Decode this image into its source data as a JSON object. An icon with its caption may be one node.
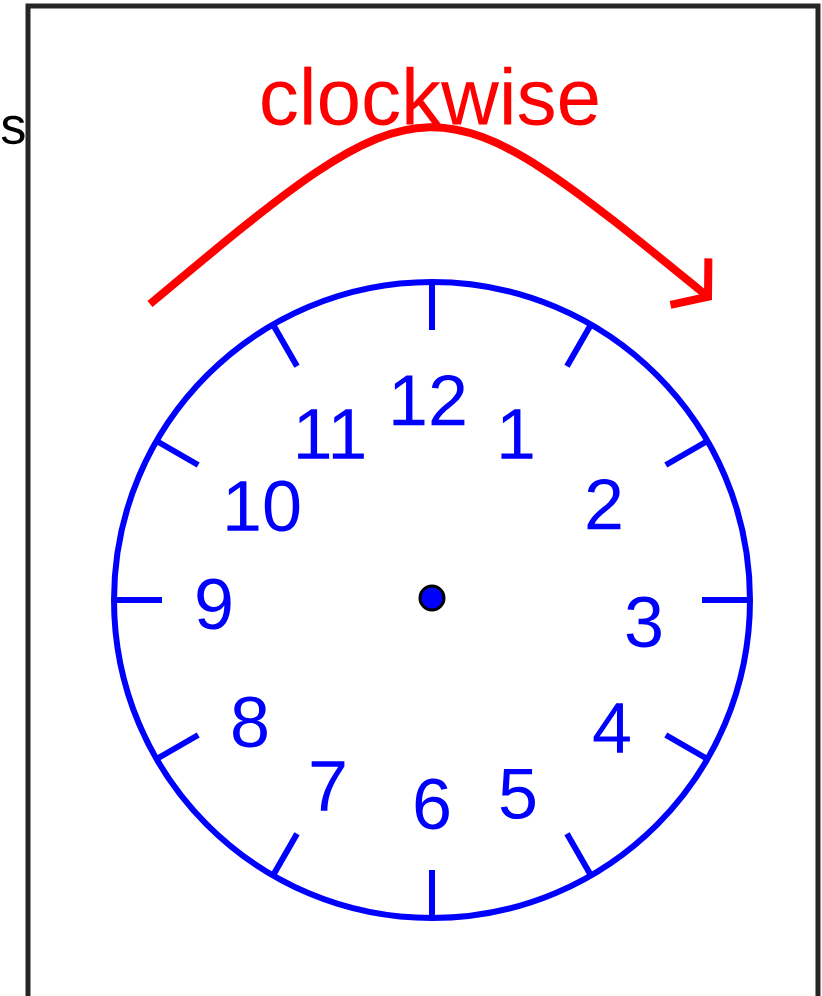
{
  "diagram": {
    "title": "clockwise",
    "nodes": [
      {
        "text": [
          "12",
          "1",
          "2",
          "3",
          "4",
          "5",
          "6",
          "7",
          "8",
          "9",
          "10",
          "11"
        ]
      }
    ],
    "labels": [
      "s"
    ]
  }
}
